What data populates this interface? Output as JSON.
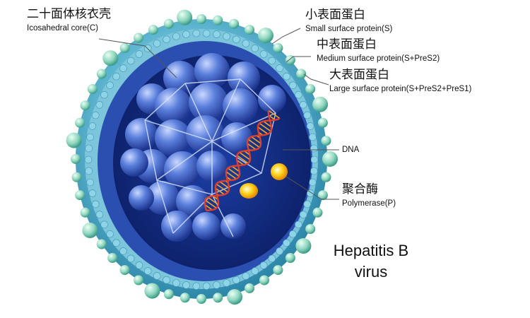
{
  "title": "Hepatitis B virus",
  "title_lines": [
    "Hepatitis B",
    "virus"
  ],
  "labels": {
    "core": {
      "cn": "二十面体核衣壳",
      "en": "Icosahedral core(C)"
    },
    "small": {
      "cn": "小表面蛋白",
      "en": "Small surface protein(S)"
    },
    "medium": {
      "cn": "中表面蛋白",
      "en": "Medium surface protein(S+PreS2)"
    },
    "large": {
      "cn": "大表面蛋白",
      "en": "Large surface protein(S+PreS2+PreS1)"
    },
    "dna": {
      "en": "DNA"
    },
    "polymerase": {
      "cn": "聚合酶",
      "en": "Polymerase(P)"
    }
  },
  "colors": {
    "envelope": "#5fb7d2",
    "envelope_dark": "#2d86a8",
    "surface_protein": "#9fe0c8",
    "core": "#3a5fc4",
    "core_dark": "#1c2f86",
    "dna_strand": "#e0402a",
    "dna_rung": "#f5a623",
    "polymerase": "#ffd21a"
  }
}
